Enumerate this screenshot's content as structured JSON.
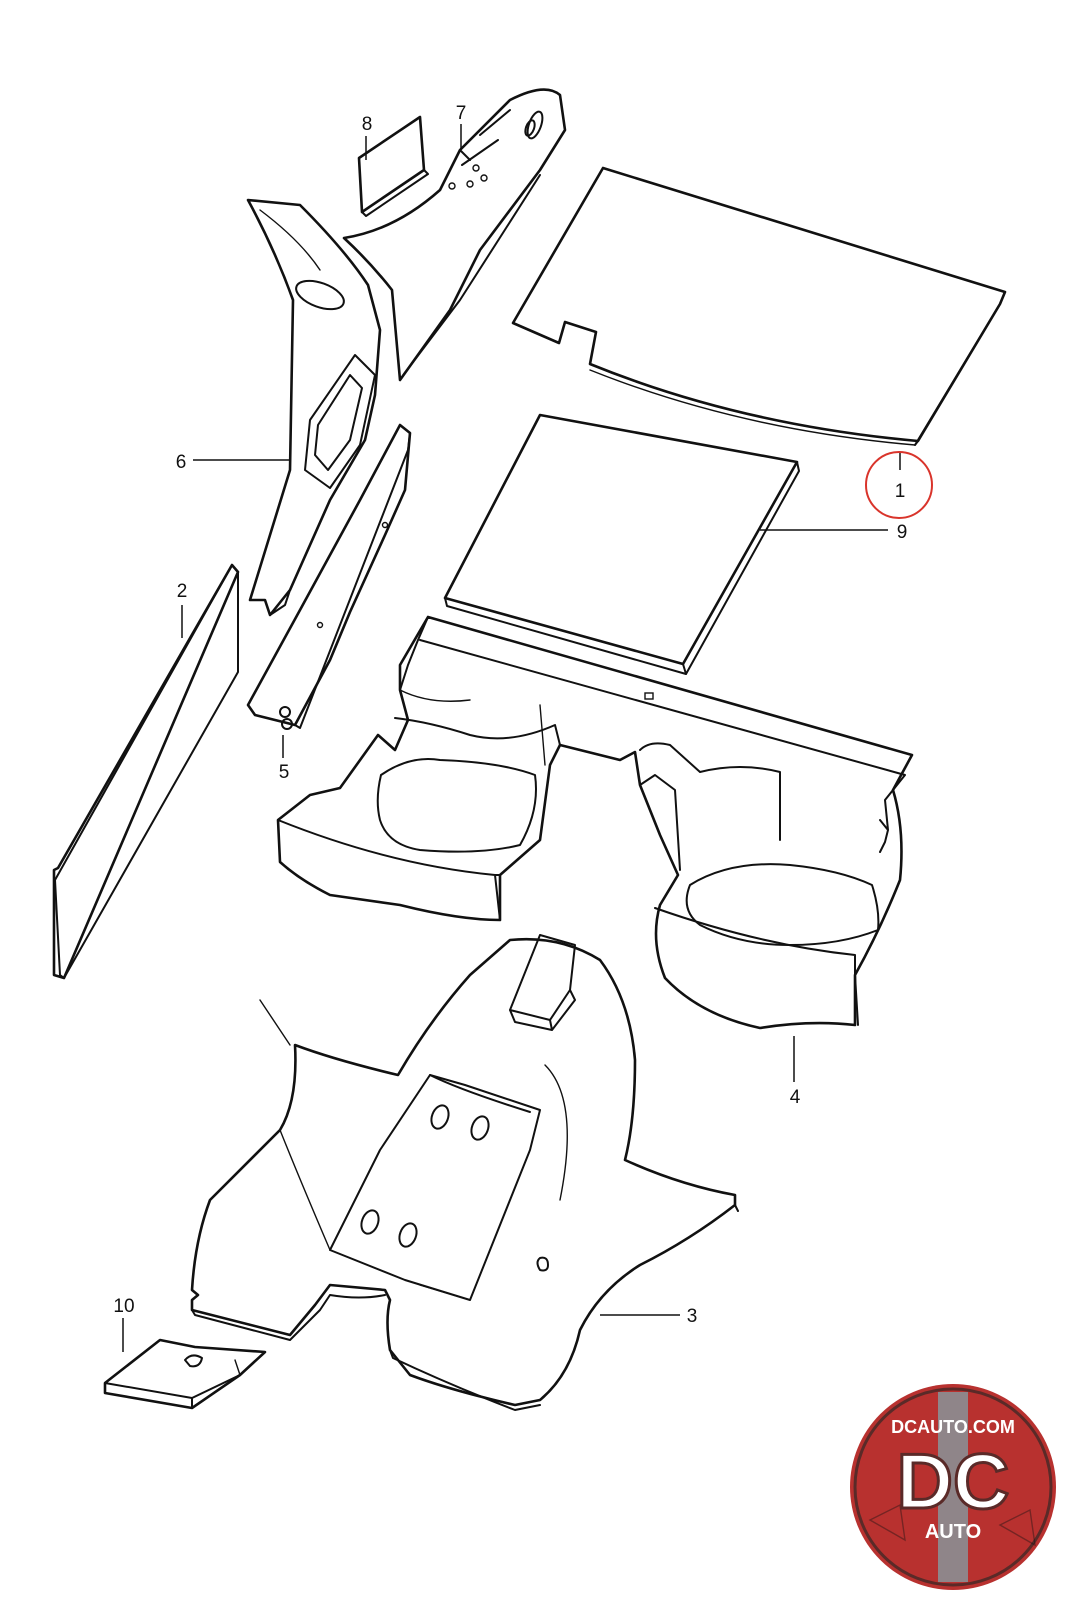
{
  "colors": {
    "line": "#111111",
    "background": "#ffffff",
    "highlight": "#d9342b",
    "logo_red": "#b8312f",
    "logo_dark": "#5a2a28",
    "logo_silver": "#8b8f94"
  },
  "callouts": [
    {
      "id": "1",
      "label": "1",
      "part": "rear-shelf-panel",
      "highlighted": true
    },
    {
      "id": "2",
      "label": "2",
      "part": "side-strip-panel"
    },
    {
      "id": "3",
      "label": "3",
      "part": "front-floor-carpet"
    },
    {
      "id": "4",
      "label": "4",
      "part": "rear-footwell-carpet"
    },
    {
      "id": "5",
      "label": "5",
      "part": "sill-trim-panel"
    },
    {
      "id": "6",
      "label": "6",
      "part": "b-pillar-trim"
    },
    {
      "id": "7",
      "label": "7",
      "part": "c-pillar-trim"
    },
    {
      "id": "8",
      "label": "8",
      "part": "small-pad"
    },
    {
      "id": "9",
      "label": "9",
      "part": "floor-mat-panel"
    },
    {
      "id": "10",
      "label": "10",
      "part": "heel-pad"
    }
  ],
  "logo": {
    "domain": "DCAUTO.COM",
    "main": "DC",
    "sub": "AUTO"
  }
}
